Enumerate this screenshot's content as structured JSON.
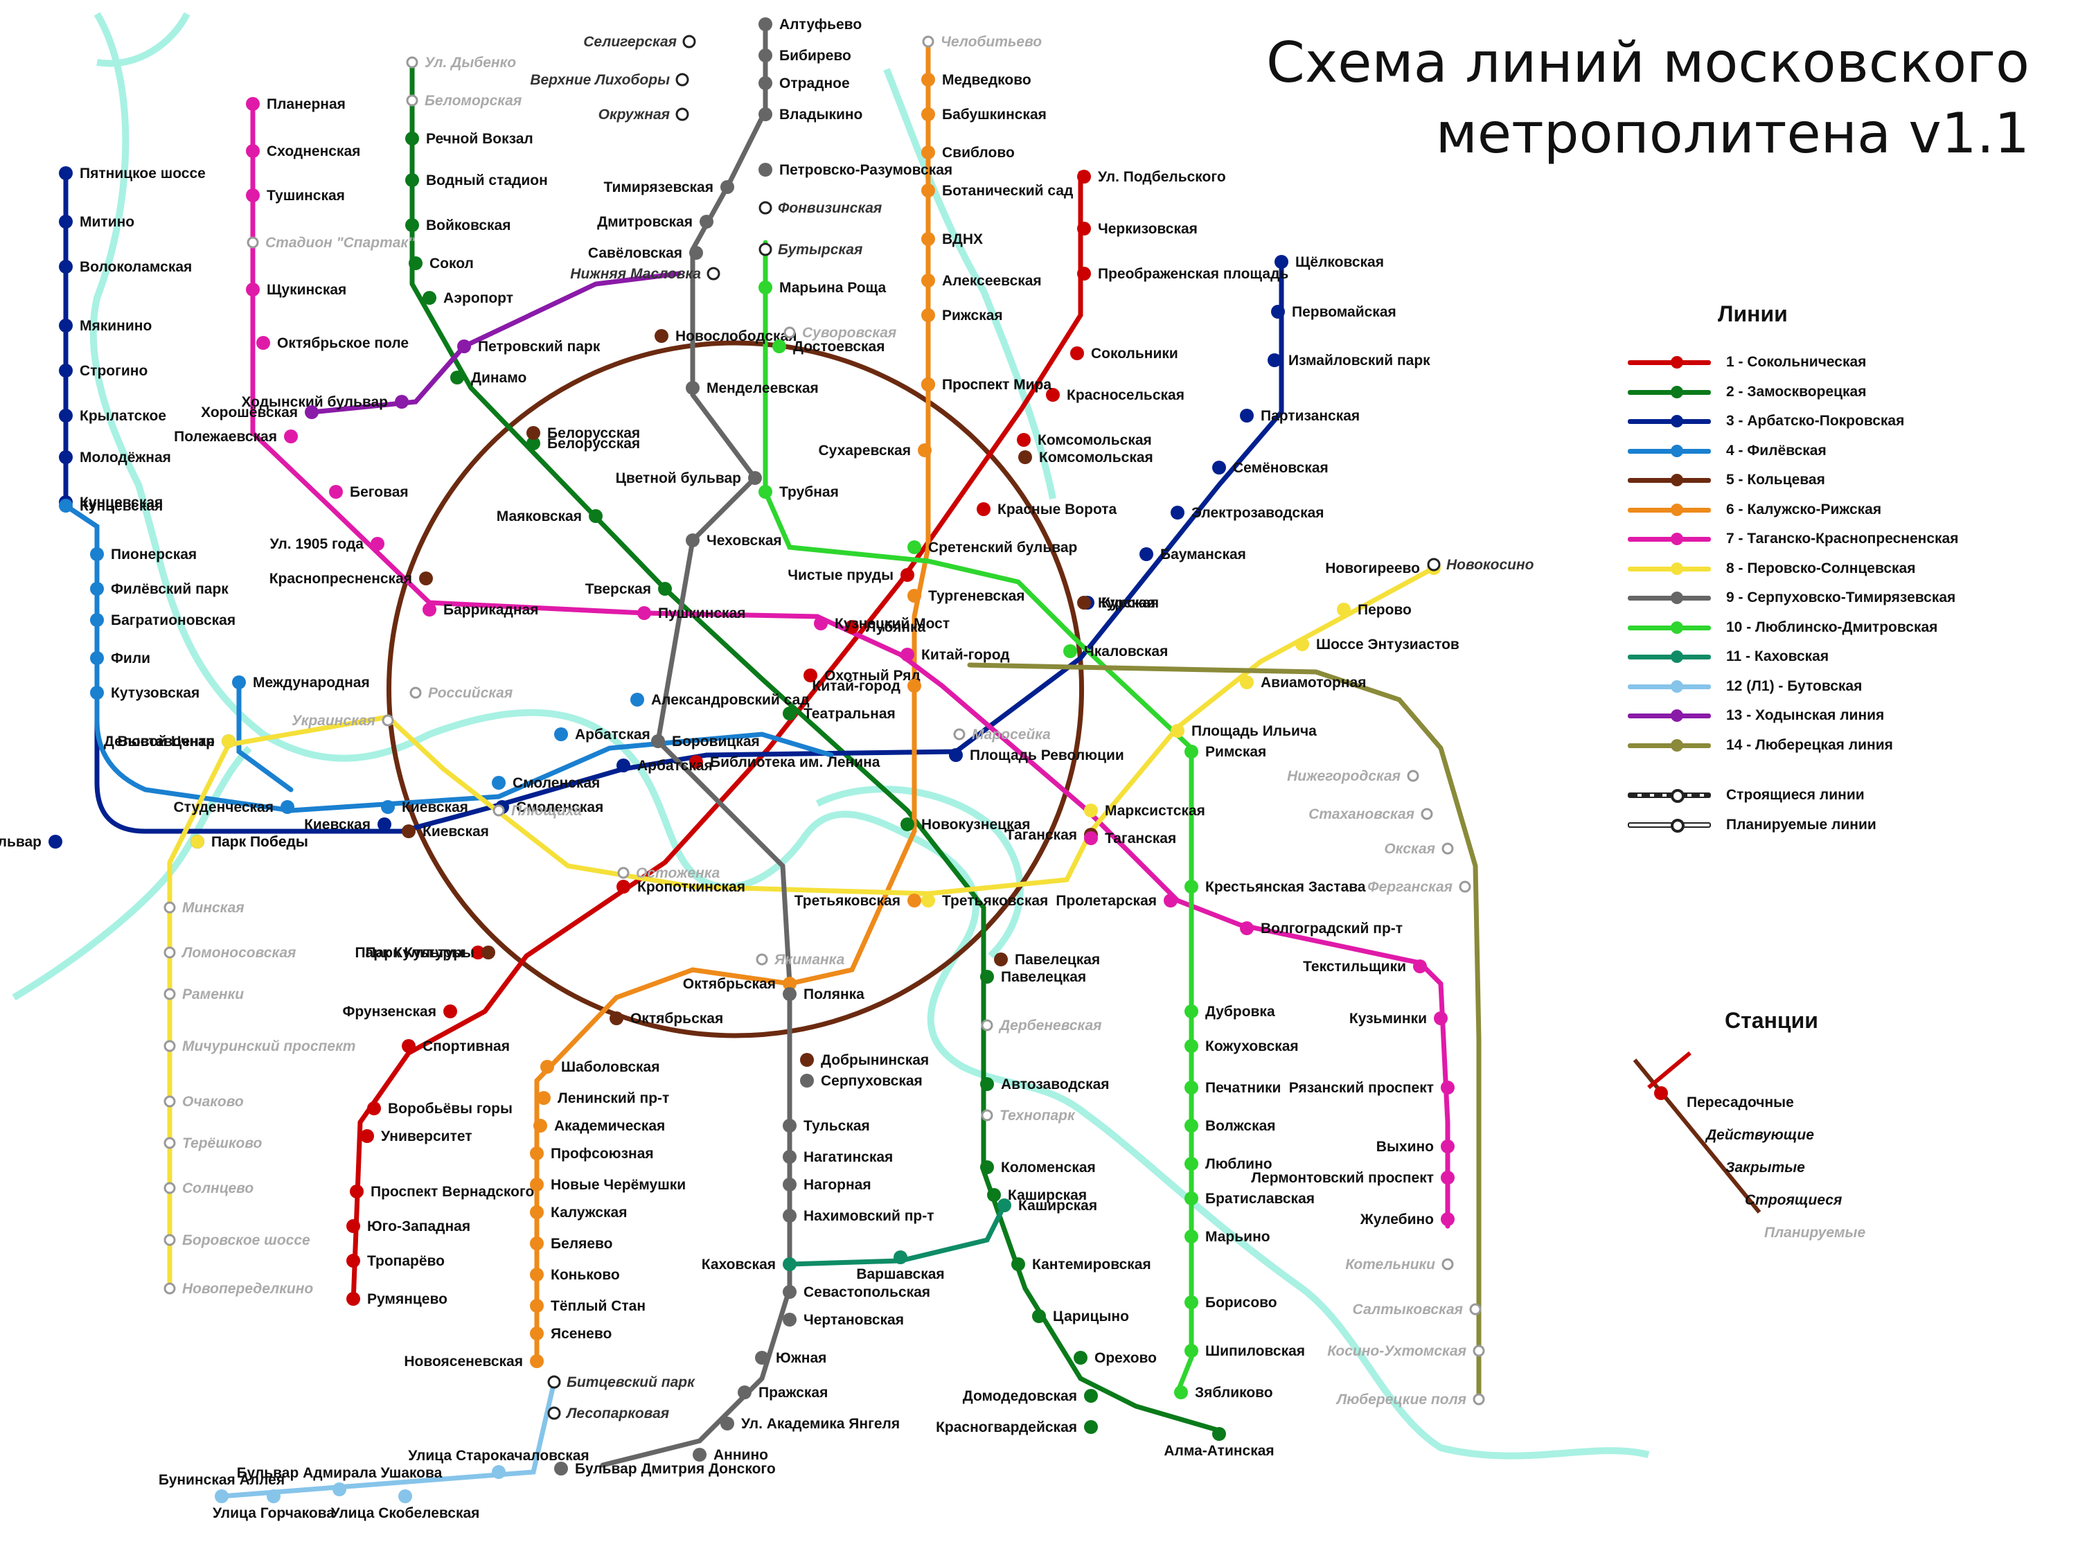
{
  "title": {
    "line1": "Схема линий московского",
    "line2": "метрополитена v1.1"
  },
  "lines_heading": "Линии",
  "stations_heading": "Станции",
  "legend_lines": [
    {
      "label": "1 - Сокольническая",
      "color": "#cc0000"
    },
    {
      "label": "2 - Замоскворецкая",
      "color": "#0a7a1a"
    },
    {
      "label": "3 - Арбатско-Покровская",
      "color": "#00208f"
    },
    {
      "label": "4 - Филёвская",
      "color": "#1a80d0"
    },
    {
      "label": "5 - Кольцевая",
      "color": "#6b2a10"
    },
    {
      "label": "6 - Калужско-Рижская",
      "color": "#ee8a1a"
    },
    {
      "label": "7 - Таганско-Краснопресненская",
      "color": "#e01aa8"
    },
    {
      "label": "8 - Перовско-Солнцевская",
      "color": "#f5e03a"
    },
    {
      "label": "9 - Серпуховско-Тимирязевская",
      "color": "#666666"
    },
    {
      "label": "10 - Люблинско-Дмитровская",
      "color": "#2ed62e"
    },
    {
      "label": "11 - Каховская",
      "color": "#0e8c66"
    },
    {
      "label": "12 (Л1) - Бутовская",
      "color": "#86c4ea"
    },
    {
      "label": "13 - Ходынская линия",
      "color": "#8a1aa8"
    },
    {
      "label": "14 - Люберецкая линия",
      "color": "#8a8a3a"
    }
  ],
  "legend_special": [
    {
      "label": "Строящиеся линии",
      "kind": "construction"
    },
    {
      "label": "Планируемые линии",
      "kind": "planned"
    }
  ],
  "legend_stations": [
    {
      "label": "Пересадочные",
      "kind": "transfer"
    },
    {
      "label": "Действующие",
      "kind": "active"
    },
    {
      "label": "Закрытые",
      "kind": "closed"
    },
    {
      "label": "Строящиеся",
      "kind": "construction"
    },
    {
      "label": "Планируемые",
      "kind": "planned"
    }
  ],
  "river_color": "#9ef0e0",
  "colors": {
    "l1": "#cc0000",
    "l2": "#0a7a1a",
    "l3": "#00208f",
    "l4": "#1a80d0",
    "l5": "#6b2a10",
    "l6": "#ee8a1a",
    "l7": "#e01aa8",
    "l8": "#f5e03a",
    "l9": "#666666",
    "l10": "#2ed62e",
    "l11": "#0e8c66",
    "l12": "#86c4ea",
    "l13": "#8a1aa8",
    "l14": "#8a8a3a"
  },
  "stations": {
    "l1": [
      "Ул. Подбельского",
      "Черкизовская",
      "Преображенская площадь",
      "Сокольники",
      "Красносельская",
      "Комсомольская",
      "Красные Ворота",
      "Чистые пруды",
      "Лубянка",
      "Охотный Ряд",
      "Библиотека им. Ленина",
      "Кропоткинская",
      "Парк Культуры",
      "Фрунзенская",
      "Спортивная",
      "Воробьёвы горы",
      "Университет",
      "Проспект Вернадского",
      "Юго-Западная",
      "Тропарёво",
      "Румянцево"
    ],
    "l2": [
      "Речной Вокзал",
      "Водный стадион",
      "Войковская",
      "Сокол",
      "Аэропорт",
      "Динамо",
      "Белорусская",
      "Маяковская",
      "Тверская",
      "Театральная",
      "Новокузнецкая",
      "Павелецкая",
      "Автозаводская",
      "Коломенская",
      "Каширская",
      "Кантемировская",
      "Царицыно",
      "Орехово",
      "Домодедовская",
      "Красногвардейская",
      "Алма-Атинская"
    ],
    "l3": [
      "Пятницкое шоссе",
      "Митино",
      "Волоколамская",
      "Мякинино",
      "Строгино",
      "Крылатское",
      "Молодёжная",
      "Кунцевская",
      "Славянский бульвар",
      "Парк Победы",
      "Киевская",
      "Смоленская",
      "Арбатская",
      "Площадь Революции",
      "Курская",
      "Бауманская",
      "Электрозаводская",
      "Семёновская",
      "Партизанская",
      "Измайловский парк",
      "Первомайская",
      "Щёлковская"
    ],
    "l4": [
      "Кунцевская",
      "Пионерская",
      "Филёвский парк",
      "Багратионовская",
      "Фили",
      "Кутузовская",
      "Студенческая",
      "Киевская",
      "Смоленская",
      "Арбатская",
      "Александровский сад",
      "Выставочная",
      "Международная"
    ],
    "l5": [
      "Новослободская",
      "Проспект Мира",
      "Комсомольская",
      "Курская",
      "Таганская",
      "Павелецкая",
      "Добрынинская",
      "Октябрьская",
      "Парк Культуры",
      "Киевская",
      "Краснопресненская",
      "Белорусская"
    ],
    "l6": [
      "Медведково",
      "Бабушкинская",
      "Свиблово",
      "Ботанический сад",
      "ВДНХ",
      "Алексеевская",
      "Рижская",
      "Проспект Мира",
      "Сухаревская",
      "Тургеневская",
      "Китай-город",
      "Третьяковская",
      "Октябрьская",
      "Шаболовская",
      "Ленинский пр-т",
      "Академическая",
      "Профсоюзная",
      "Новые Черёмушки",
      "Калужская",
      "Беляево",
      "Коньково",
      "Тёплый Стан",
      "Ясенево",
      "Новоясеневская"
    ],
    "l7": [
      "Планерная",
      "Сходненская",
      "Тушинская",
      "Щукинская",
      "Октябрьское поле",
      "Полежаевская",
      "Беговая",
      "Ул. 1905 года",
      "Баррикадная",
      "Пушкинская",
      "Кузнецкий Мост",
      "Китай-город",
      "Таганская",
      "Пролетарская",
      "Волгоградский пр-т",
      "Текстильщики",
      "Кузьминки",
      "Рязанский проспект",
      "Выхино",
      "Лермонтовский проспект",
      "Жулебино"
    ],
    "l8": [
      "Новогиреево",
      "Перово",
      "Шоссе Энтузиастов",
      "Авиамоторная",
      "Площадь Ильича",
      "Марксистская",
      "Третьяковская",
      "Парк Победы",
      "Деловой Центр"
    ],
    "l9": [
      "Алтуфьево",
      "Бибирево",
      "Отрадное",
      "Владыкино",
      "Петровско-Разумовская",
      "Тимирязевская",
      "Дмитровская",
      "Савёловская",
      "Менделеевская",
      "Цветной бульвар",
      "Чеховская",
      "Боровицкая",
      "Полянка",
      "Серпуховская",
      "Тульская",
      "Нагатинская",
      "Нагорная",
      "Нахимовский пр-т",
      "Севастопольская",
      "Чертановская",
      "Южная",
      "Пражская",
      "Ул. Академика Янгеля",
      "Аннино",
      "Бульвар Дмитрия Донского"
    ],
    "l10": [
      "Марьина Роща",
      "Достоевская",
      "Трубная",
      "Сретенский бульвар",
      "Чкаловская",
      "Римская",
      "Крестьянская Застава",
      "Дубровка",
      "Кожуховская",
      "Печатники",
      "Волжская",
      "Люблино",
      "Братиславская",
      "Марьино",
      "Борисово",
      "Шипиловская",
      "Зябликово"
    ],
    "l11": [
      "Каховская",
      "Варшавская",
      "Каширская"
    ],
    "l12": [
      "Улица Старокачаловская",
      "Улица Скобелевская",
      "Бульвар Адмирала Ушакова",
      "Улица Горчакова",
      "Бунинская Аллея"
    ],
    "l13": [
      "Петровский парк",
      "Ходынский бульвар",
      "Хорошёвская"
    ]
  },
  "future_stations": [
    "Ул. Дыбенко",
    "Беломорская",
    "Стадион \"Спартак\"",
    "Челобитьево",
    "Суворовская",
    "Российская",
    "Украинская",
    "Плющиха",
    "Остоженка",
    "Якиманка",
    "Дербеневская",
    "Технопарк",
    "Маросейка",
    "Минская",
    "Ломоносовская",
    "Раменки",
    "Мичуринский проспект",
    "Очаково",
    "Терёшково",
    "Солнцево",
    "Боровское шоссе",
    "Новопеределкино",
    "Нижегородская",
    "Стахановская",
    "Окская",
    "Ферганская",
    "Котельники",
    "Салтыковская",
    "Косино-Ухтомская",
    "Люберецкие поля"
  ],
  "construction_stations": [
    "Селигерская",
    "Верхние Лихоборы",
    "Окружная",
    "Фонвизинская",
    "Бутырская",
    "Нижняя Масловка",
    "Новокосино",
    "Битцевский парк",
    "Лесопарковая"
  ]
}
